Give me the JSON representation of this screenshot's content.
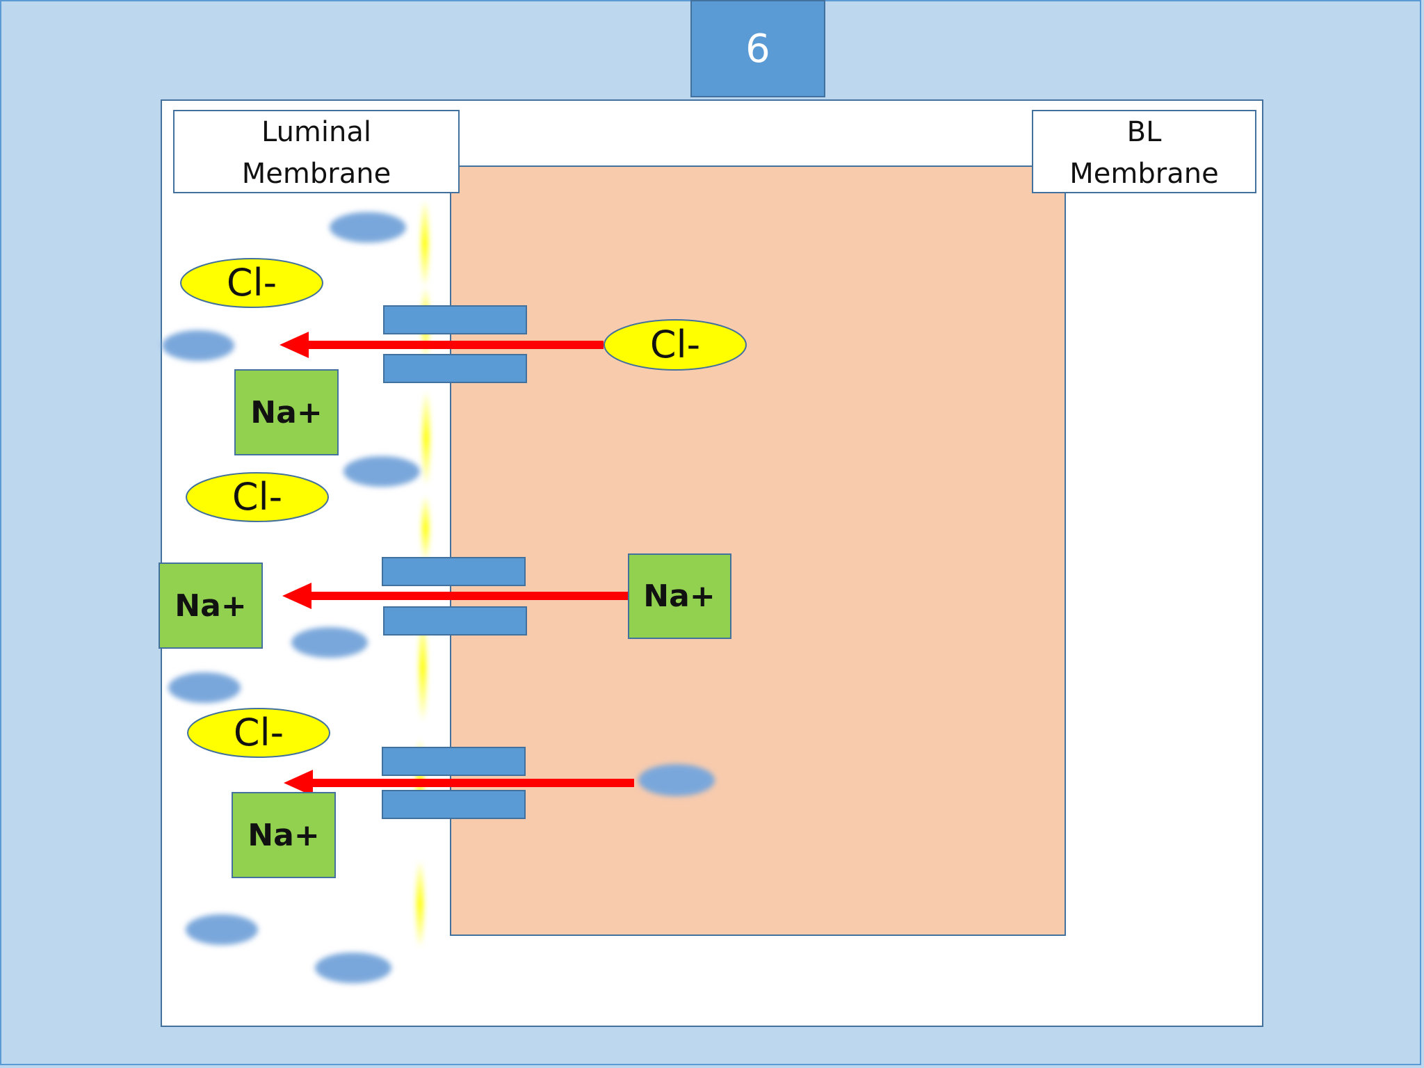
{
  "page_number": "6",
  "labels": {
    "luminal": [
      "Luminal",
      "Membrane"
    ],
    "basolateral": [
      "BL",
      "Membrane"
    ]
  },
  "ions": {
    "chloride": "Cl-",
    "sodium": "Na+"
  },
  "colors": {
    "background": "#bdd7ee",
    "tab": "#5b9bd5",
    "cell": "#f8cbad",
    "channel": "#5b9bd5",
    "chloride_fill": "#ffff00",
    "sodium_fill": "#92d050",
    "arrow": "#ff0000",
    "membrane_line": "#ffff00"
  }
}
